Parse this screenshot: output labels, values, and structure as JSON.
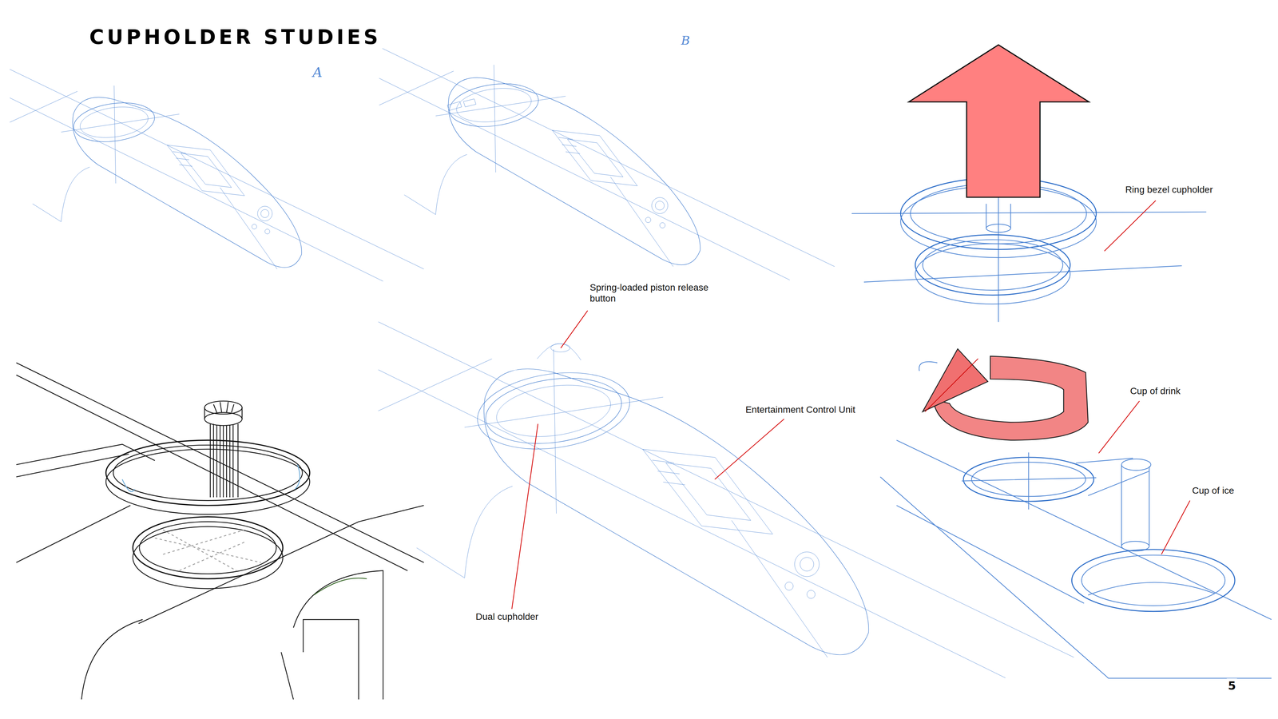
{
  "diagram": {
    "title": "CUPHOLDER STUDIES",
    "labels": [
      "A",
      "B",
      "Spring-loaded piston release button",
      "Entertainment Control Unit",
      "Dual cupholder",
      "Ring bezel cupholder",
      "Cup of drink",
      "Cup of ice",
      "5"
    ]
  }
}
